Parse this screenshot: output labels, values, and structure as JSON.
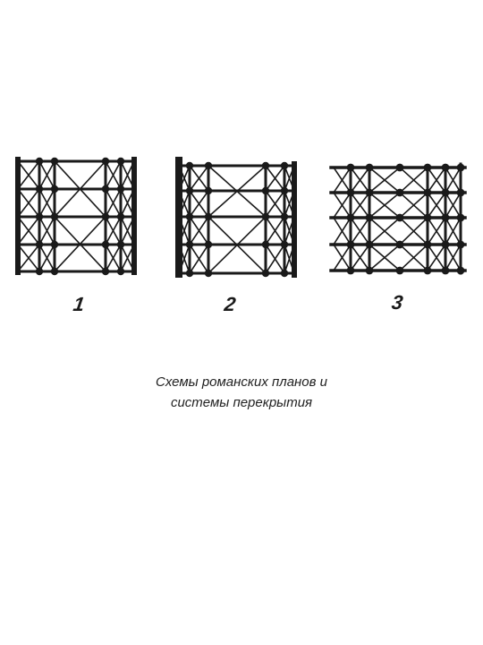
{
  "diagram": {
    "labels": [
      "1",
      "2",
      "3"
    ],
    "caption_line1": "Схемы романских планов и",
    "caption_line2": "системы перекрытия"
  },
  "colors": {
    "ink": "#1a1a1a",
    "background": "#ffffff"
  }
}
